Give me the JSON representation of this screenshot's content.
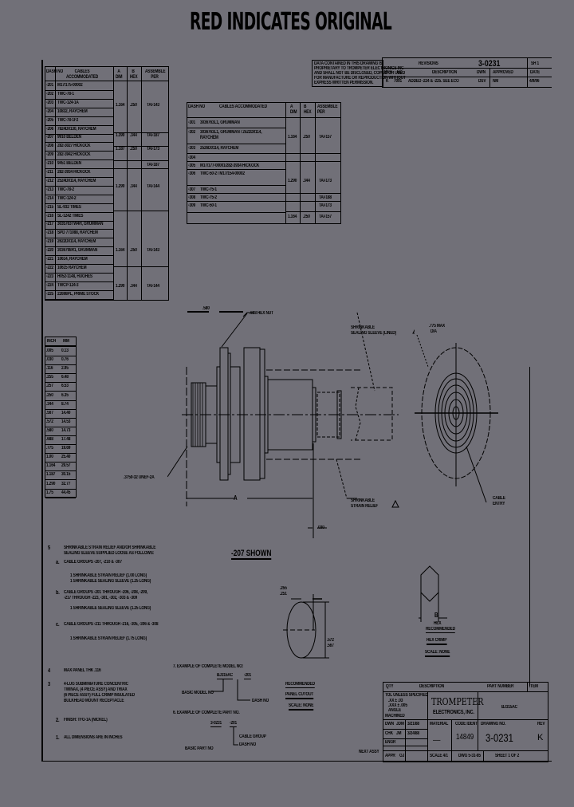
{
  "banner": "RED INDICATES ORIGINAL",
  "proprietary_note": [
    "DATA CONTAINED IN THIS DRAWING IS",
    "PROPRIETARY TO TROMPETER ELECTRONICS INC",
    "AND SHALL NOT BE DISCLOSED, COPIED OR USED",
    "FOR MANUFACTURE OR REPRODUCTION WITHOUT",
    "EXPRESS WRITTEN PERMISSION."
  ],
  "revisions": {
    "title": "REVISIONS",
    "drawing_no": "3-0231",
    "sheet_label": "SH 1",
    "headers": [
      "REV",
      "EO",
      "DESCRIPTION",
      "DWN",
      "APPROVED",
      "DATE"
    ],
    "rows": [
      {
        "rev": "K",
        "eo": "7091",
        "description": "ADDED -224 & -225. SEE ECO",
        "dwn": "DSV",
        "approved": "NM",
        "date": "4/9/96"
      }
    ]
  },
  "cable_table_1": {
    "headers": [
      "DASH NO",
      "CABLES ACCOMMODATED",
      "A DIM",
      "B HEX",
      "ASSEMBLE PER"
    ],
    "rows": [
      {
        "dash": "-201",
        "cable": "M17/175-00002"
      },
      {
        "dash": "-202",
        "cable": "TWC-78-1"
      },
      {
        "dash": "-203",
        "cable": "TWC-124-1A"
      },
      {
        "dash": "-204",
        "cable": "10832, RAYCHEM"
      },
      {
        "dash": "-205",
        "cable": "TWC-78-1F2"
      },
      {
        "dash": "-206",
        "cable": "7824D0130, RAYCHEM"
      },
      {
        "dash": "-207",
        "cable": "9910 BELDEN"
      },
      {
        "dash": "-208",
        "cable": "282-3027 HICKOCK"
      },
      {
        "dash": "-209",
        "cable": "282-3942 HICKOCK"
      },
      {
        "dash": "-210",
        "cable": "9451 BELDEN"
      },
      {
        "dash": "-211",
        "cable": "282-3934 HICKOCK"
      },
      {
        "dash": "-212",
        "cable": "2524D0114, RAYCHEM"
      },
      {
        "dash": "-213",
        "cable": "TWC-78-2"
      },
      {
        "dash": "-214",
        "cable": "TWC-124-2"
      },
      {
        "dash": "-215",
        "cable": "SL-932 TIMES"
      },
      {
        "dash": "-216",
        "cable": "SL-1242 TIMES"
      },
      {
        "dash": "-217",
        "cable": "3035763TW4H, GRUMMAN"
      },
      {
        "dash": "-218",
        "cable": "SPD 771088, RAYCHEM"
      },
      {
        "dash": "-219",
        "cable": "2622D0114, RAYCHEM"
      },
      {
        "dash": "-220",
        "cable": "3036798R1, GRUMMAN"
      },
      {
        "dash": "-221",
        "cable": "10614, RAYCHEM"
      },
      {
        "dash": "-222",
        "cable": "10615 RAYCHEM"
      },
      {
        "dash": "-223",
        "cable": "H052-1148, HUGHES"
      },
      {
        "dash": "-224",
        "cable": "TWCP-124-3"
      },
      {
        "dash": "-225",
        "cable": "22698PL, PRIME STOCK"
      }
    ],
    "groups": [
      {
        "rows": "-201..-206",
        "a_dim": "1.164",
        "b_hex": ".250",
        "assemble": "TAI-143"
      },
      {
        "rows": "-207",
        "a_dim": "1.390",
        "b_hex": ".344",
        "assemble": "TAI-187"
      },
      {
        "rows": "-208..-209",
        "a_dim": "1.187",
        "b_hex": ".250",
        "assemble": "TAI-173"
      },
      {
        "rows": "-210",
        "assemble": "TAI-187"
      },
      {
        "rows": "-211..-216",
        "a_dim": "1.290",
        "b_hex": ".344",
        "assemble": "TAI-144"
      },
      {
        "rows": "-217..-223",
        "a_dim": "1.164",
        "b_hex": ".250",
        "assemble": "TAI-143"
      },
      {
        "rows": "-224..-225",
        "a_dim": "1.290",
        "b_hex": ".344",
        "assemble": "TAI-144"
      }
    ]
  },
  "cable_table_2": {
    "headers": [
      "DASH NO",
      "CABLES ACCOMMODATED",
      "A DIM",
      "B HEX",
      "ASSEMBLE PER"
    ],
    "rows": [
      {
        "dash": "-301",
        "cable": "3036763L1, GRUMMAN"
      },
      {
        "dash": "-302",
        "cable": "3036763L1, GRUMMAN / 2522D0114, RAYCHEM"
      },
      {
        "dash": "-303",
        "cable": "2526D0114, RAYCHEM"
      },
      {
        "dash": "-304",
        "cable": ""
      },
      {
        "dash": "-305",
        "cable": "M17/177-00001/282-3934 HICKOCK"
      },
      {
        "dash": "-306",
        "cable": "TWC-50-2 / M17/154-00002"
      },
      {
        "dash": "-307",
        "cable": "TWC-75-1"
      },
      {
        "dash": "-308",
        "cable": "TWC-75-2"
      },
      {
        "dash": "-309",
        "cable": "TWC-50-1"
      }
    ],
    "groups": [
      {
        "rows": "-301..-303",
        "a_dim": "1.164",
        "b_hex": ".250",
        "assemble": "TAI-157"
      },
      {
        "rows": "-305..-308",
        "a_dim": "1.290",
        "b_hex": ".344",
        "assemble": "TAI-173"
      },
      {
        "rows": "-307",
        "assemble": "TAI-188"
      },
      {
        "rows": "-308",
        "assemble": "TAI-173"
      },
      {
        "rows": "-309",
        "a_dim": "1.164",
        "b_hex": ".250",
        "assemble": "TAI-157"
      }
    ]
  },
  "conversion_table": {
    "headers": [
      "INCH",
      "MM"
    ],
    "rows": [
      [
        ".005",
        "0.13"
      ],
      [
        ".030",
        "0.76"
      ],
      [
        ".116",
        "2.95"
      ],
      [
        ".255",
        "6.48"
      ],
      [
        ".257",
        "6.53"
      ],
      [
        ".250",
        "6.35"
      ],
      [
        ".344",
        "8.74"
      ],
      [
        ".567",
        "14.40"
      ],
      [
        ".572",
        "14.53"
      ],
      [
        ".580",
        "14.73"
      ],
      [
        ".688",
        "17.48"
      ],
      [
        ".775",
        "19.69"
      ],
      [
        "1.00",
        "25.40"
      ],
      [
        "1.164",
        "29.57"
      ],
      [
        "1.187",
        "30.15"
      ],
      [
        "1.290",
        "32.77"
      ],
      [
        "1.75",
        "44.45"
      ]
    ]
  },
  "main_view": {
    "dim_580": ".580",
    "hex_nut_label": ".688 HEX NUT",
    "thread_label": ".3750-32 UNEF-2A",
    "sealing_sleeve_label": [
      "SHRINKABLE",
      "SEALING SLEEVE (LINED)"
    ],
    "strain_relief_label": [
      "SHRINKABLE",
      "STRAIN RELIEF"
    ],
    "dim_a": "A",
    "dim_030": ".030",
    "view_title": "-207 SHOWN",
    "note_flag": "5"
  },
  "end_view": {
    "max_dia_label": [
      ".775 MAX",
      "DIA"
    ],
    "cable_entry_label": [
      "CABLE",
      "ENTRY"
    ]
  },
  "panel_cutout": {
    "dim_top": [
      ".255",
      ".251"
    ],
    "dim_right": [
      ".572",
      ".567"
    ],
    "labels": [
      "RECOMMENDED",
      "PANEL CUTOUT",
      "SCALE: NONE"
    ]
  },
  "hex_detail": {
    "dim_b": "B",
    "labels": [
      "HEX",
      "RECOMMENDED",
      "HEX CRIMP",
      "SCALE: NONE"
    ]
  },
  "notes": [
    {
      "num": "5",
      "text": [
        "SHRINKABLE STRAIN RELIEF AND/OR SHRINKABLE",
        "SEALING SLEEVE SUPPLIED LOOSE AS FOLLOWS:"
      ]
    },
    {
      "num": "a.",
      "text": [
        "CABLE GROUPS -207, -210 & -307"
      ]
    },
    {
      "num": "",
      "text": [
        "1 SHRINKABLE STRAIN RELIEF (1.00 LONG)",
        "1 SHRINKABLE SEALING SLEEVE (1.25 LONG)"
      ]
    },
    {
      "num": "b.",
      "text": [
        "CABLE GROUPS -201 THROUGH -206, -208, -209,",
        "-217 THROUGH -223, -301, -302, -303 & -309"
      ]
    },
    {
      "num": "",
      "text": [
        "1 SHRINKABLE SEALING SLEEVE (1.25 LONG)"
      ]
    },
    {
      "num": "c.",
      "text": [
        "CABLE GROUPS -211 THROUGH -216, -305, -306 & -308"
      ]
    },
    {
      "num": "",
      "text": [
        "1 SHRINKABLE STRAIN RELIEF (1.75 LONG)"
      ]
    },
    {
      "num": "4",
      "text": [
        "MAX PANEL THK .116"
      ]
    },
    {
      "num": "3",
      "text": [
        "4-LUG SUBMINIATURE CONCENTRIC",
        "TWINAX, (4 PIECE ASSY) AND TRIAX",
        "(6 PIECE ASSY) FULL CRIMP INSULATED",
        "BULKHEAD MOUNT RECEPTACLE"
      ]
    },
    {
      "num": "2.",
      "text": [
        "FINISH: TFG-1A (NICKEL)"
      ]
    },
    {
      "num": "1.",
      "text": [
        "ALL DIMENSIONS ARE IN INCHES"
      ]
    }
  ],
  "examples": {
    "model": {
      "title": "7. EXAMPLE OF COMPLETE MODEL NO:",
      "base": "BJ315AC",
      "dash": "-201",
      "base_label": "BASIC MODEL NO",
      "dash_label": "DASH NO"
    },
    "part": {
      "title": "6. EXAMPLE OF COMPLETE PART NO.",
      "base": "3-0231",
      "dash": "-201",
      "base_label": "BASIC PART NO",
      "dash_label": [
        "CABLE GROUP",
        "DASH NO"
      ]
    }
  },
  "title_block": {
    "headers": [
      "QTY",
      "DESCRIPTION",
      "PART NUMBER",
      "ITEM"
    ],
    "tolerances": [
      "TOL UNLESS SPECIFIED",
      ".XX ± .03",
      ".XXX ± .005",
      "ANGLE",
      "MACHINED"
    ],
    "company": [
      "TROMPETER",
      "ELECTRONICS, INC."
    ],
    "model": "BJ315AC",
    "dwn": {
      "label": "DWN",
      "name": "JDM",
      "date": "3/21/88"
    },
    "chk": {
      "label": "CHK",
      "name": "JM",
      "date": "3/24/88"
    },
    "engr": {
      "label": "ENGR",
      "name": ""
    },
    "appr": {
      "label": "APPR",
      "name": "GJ"
    },
    "next_assy": "NEXT ASSY",
    "material": {
      "label": "MATERIAL",
      "value": "——"
    },
    "code_ident": {
      "label": "CODE IDENT",
      "value": "14849"
    },
    "drawing_no": {
      "label": "DRAWING NO.",
      "value": "3-0231"
    },
    "rev": {
      "label": "REV",
      "value": "K"
    },
    "scale": "SCALE 4/1",
    "dwg_date": "DWG 5-31-85",
    "sheet": "SHEET 1 OF 2"
  }
}
